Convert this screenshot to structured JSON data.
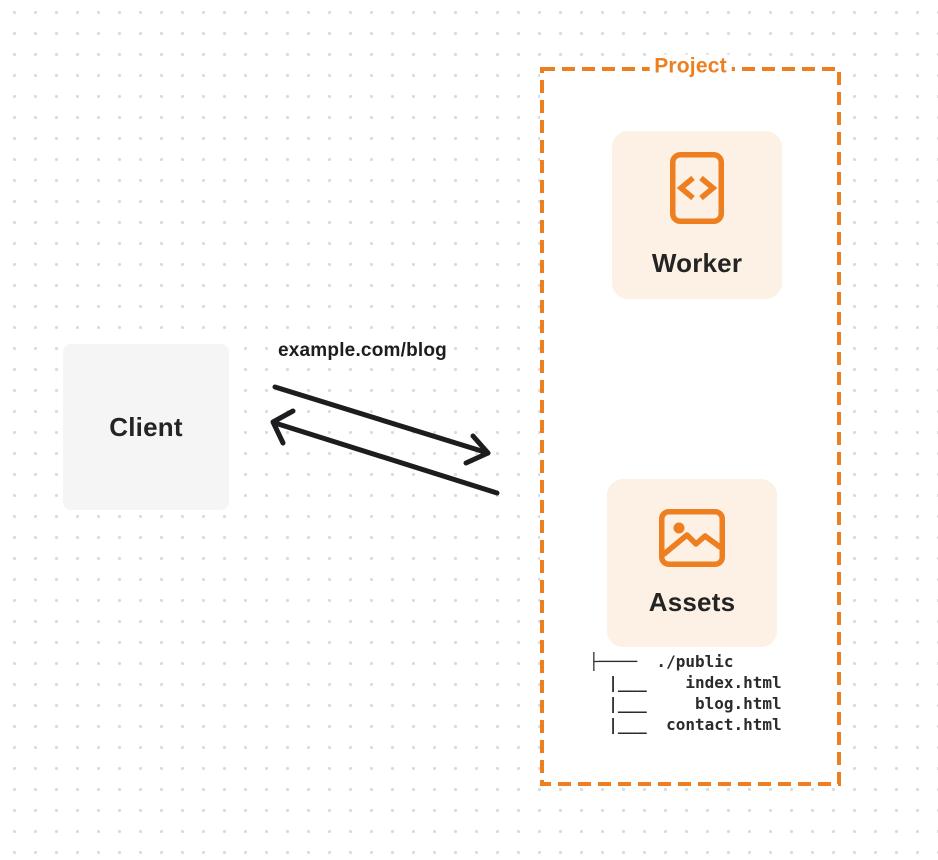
{
  "colors": {
    "accent": "#ED7F21",
    "card-bg": "#FCF1E4",
    "client-bg": "#F5F5F6",
    "ink": "#242424",
    "arrow": "#1D1D1F",
    "dot": "#DBDBDB"
  },
  "client": {
    "label": "Client"
  },
  "request": {
    "url": "example.com/blog"
  },
  "project": {
    "label": "Project",
    "worker": {
      "label": "Worker",
      "icon": "code-file-icon"
    },
    "assets": {
      "label": "Assets",
      "icon": "image-icon",
      "file_tree": [
        "├────  ./public",
        "  |___    index.html",
        "  |___     blog.html",
        "  |___  contact.html"
      ]
    }
  }
}
